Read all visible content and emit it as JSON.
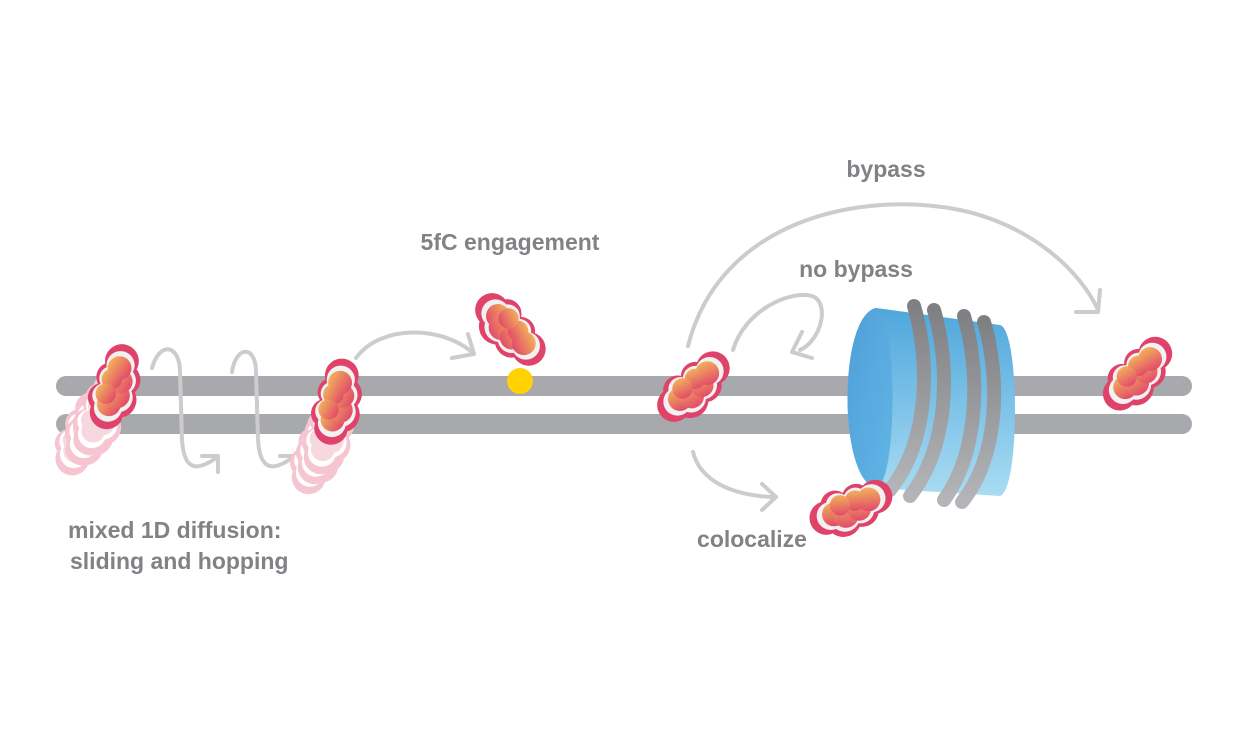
{
  "diagram": {
    "title": "Protein search on DNA: diffusion, 5fC engagement, and nucleosome encounter",
    "labels": {
      "diffusion_line1": "mixed 1D diffusion:",
      "diffusion_line2": "sliding and hopping",
      "engagement": "5fC engagement",
      "bypass": "bypass",
      "no_bypass": "no bypass",
      "colocalize": "colocalize"
    },
    "elements": {
      "dna": "double-stranded DNA (two gray strands)",
      "lesion": "5fC base (yellow dot)",
      "nucleosome": "histone core (blue cylinder) wrapped by DNA",
      "protein": "glycosylase protein (red-outlined orange blob)"
    },
    "colors": {
      "dna_strand": "#a7a9ac",
      "dna_strand_dark": "#808285",
      "protein_outline": "#e0436a",
      "protein_fill_light": "#f2b05a",
      "protein_fill_dark": "#e24b6a",
      "lesion": "#ffd200",
      "histone_light": "#a9dcf3",
      "histone_dark": "#4fa6dc",
      "arrow": "#cccccc",
      "label": "#808285"
    }
  }
}
